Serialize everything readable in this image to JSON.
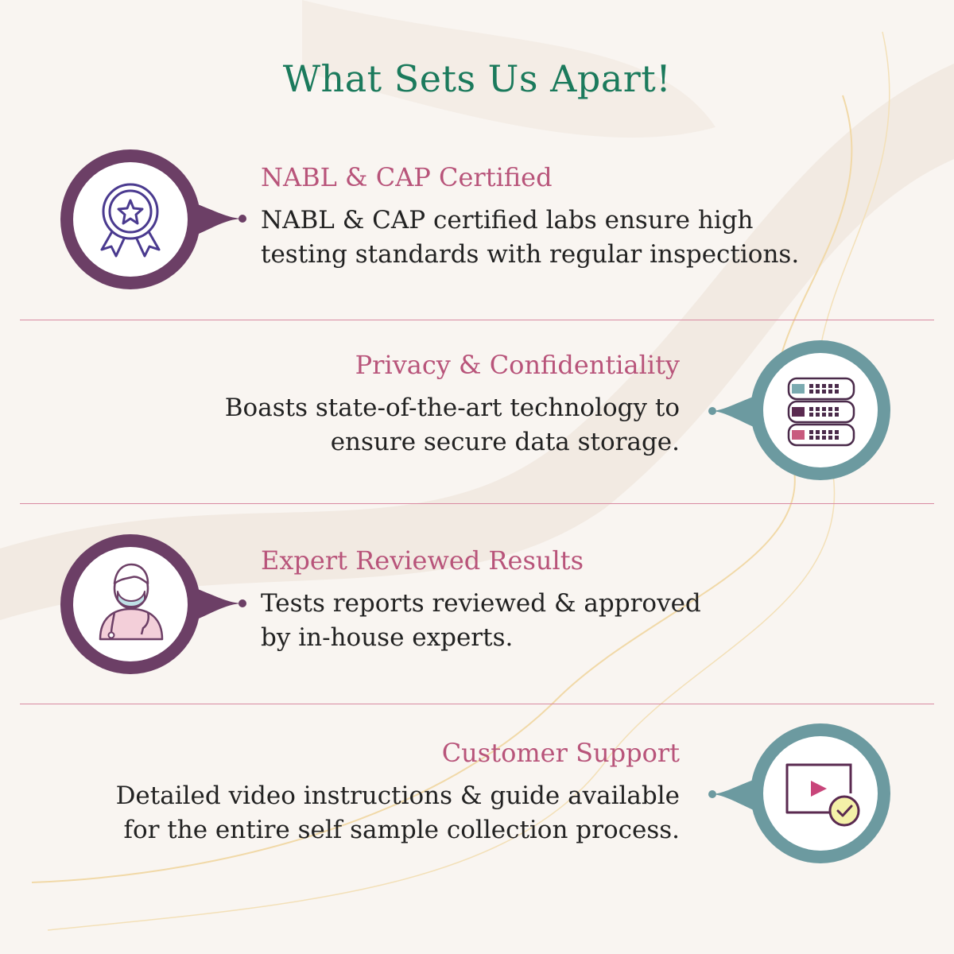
{
  "page": {
    "title": "What Sets Us Apart!",
    "colors": {
      "background": "#f9f5f1",
      "title": "#1b7a5c",
      "heading": "#b8547a",
      "body_text": "#222222",
      "divider": "#d98aa1",
      "badge_purple": "#6c3f66",
      "badge_teal": "#6c9aa0"
    }
  },
  "features": [
    {
      "heading": "NABL & CAP Certified",
      "lines": [
        "NABL & CAP certified labs ensure high",
        "testing standards with regular inspections."
      ],
      "icon": "award-ribbon-icon",
      "badge_color": "purple",
      "align": "left"
    },
    {
      "heading": "Privacy & Confidentiality",
      "lines": [
        "Boasts state-of-the-art technology to",
        "ensure secure data storage."
      ],
      "icon": "database-server-icon",
      "badge_color": "teal",
      "align": "right"
    },
    {
      "heading": "Expert Reviewed Results",
      "lines": [
        "Tests reports reviewed & approved",
        "by in-house experts."
      ],
      "icon": "doctor-icon",
      "badge_color": "purple",
      "align": "left"
    },
    {
      "heading": "Customer Support",
      "lines": [
        "Detailed video instructions & guide available",
        "for the entire self sample collection process."
      ],
      "icon": "video-check-icon",
      "badge_color": "teal",
      "align": "right"
    }
  ]
}
